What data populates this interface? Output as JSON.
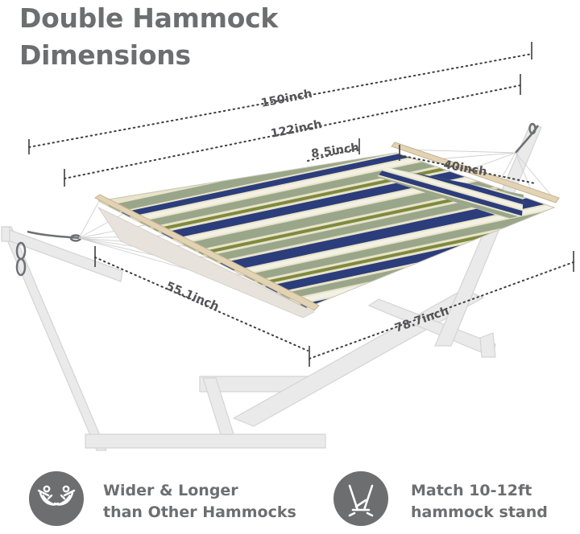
{
  "title": {
    "line1": "Double Hammock",
    "line2": "Dimensions"
  },
  "dimensions": {
    "overall_length": "150inch",
    "bed_length": "122inch",
    "pillow_height": "8.5inch",
    "pillow_length": "40inch",
    "bed_width": "55.1inch",
    "stand_length": "78.7inch"
  },
  "features": [
    {
      "icon": "two-hammocks-icon",
      "line1": "Wider & Longer",
      "line2": "than Other Hammocks"
    },
    {
      "icon": "hammock-stand-icon",
      "line1": "Match 10-12ft",
      "line2": "hammock stand"
    }
  ],
  "colors": {
    "text": "#6d6e70",
    "stripe_navy": "#2c3d7c",
    "stripe_sage": "#9aa68a",
    "stripe_cream": "#e8e3c9",
    "stand": "#e6e6e6",
    "wood": "#e3d3b5"
  }
}
